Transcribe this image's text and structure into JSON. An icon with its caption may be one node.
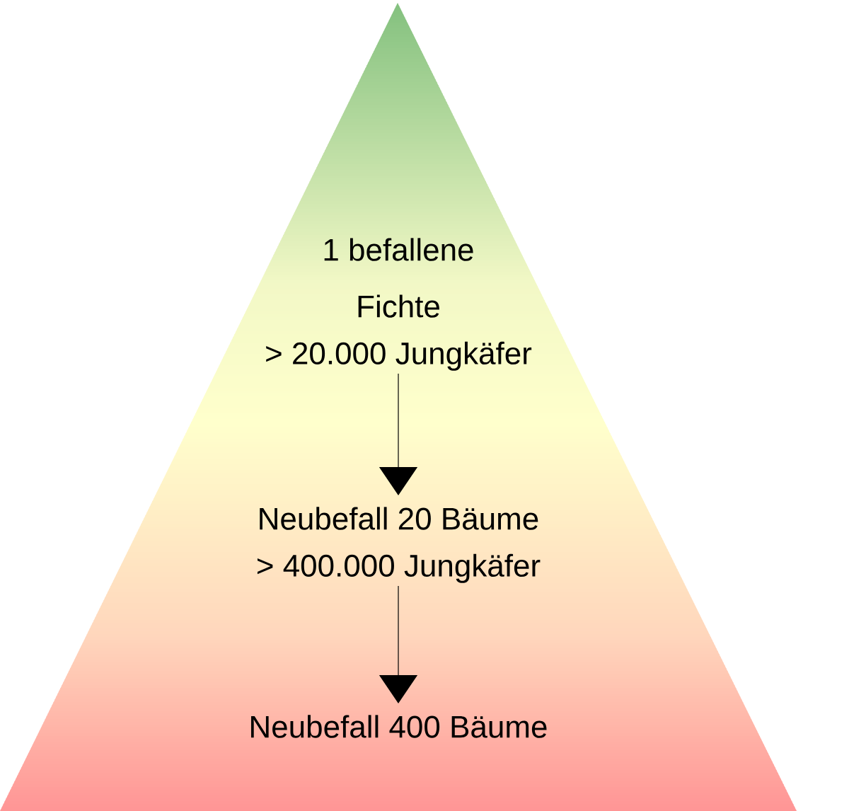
{
  "diagram": {
    "nodes": [
      {
        "text": [],
        "shape": "triangle"
      },
      {
        "text": [
          "1 befallene Fichte",
          "> 20.000 Jungkäfer"
        ],
        "in": 0
      },
      {
        "text": [
          "Neubefall 20 Bäume",
          "> 400.000 Jungkäfer"
        ],
        "in": 0
      },
      {
        "text": [
          "Neubefall 400 Bäume"
        ],
        "in": 0
      }
    ],
    "edges": [
      {
        "from": 1,
        "to": 2,
        "arrow": "to"
      },
      {
        "from": 2,
        "to": 3,
        "arrow": "to"
      }
    ]
  }
}
